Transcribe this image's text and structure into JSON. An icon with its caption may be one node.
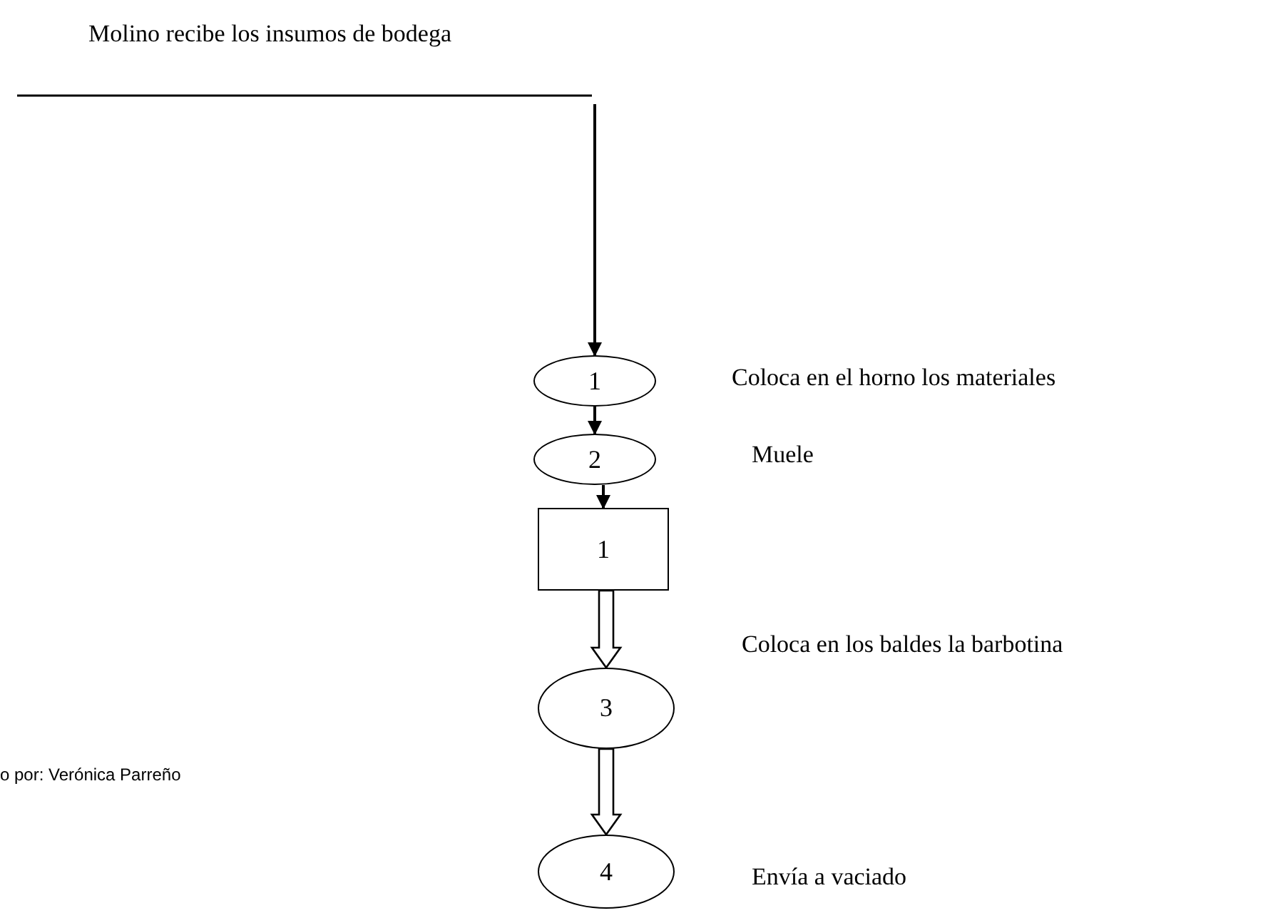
{
  "diagram": {
    "nodes": [
      {
        "text": [
          "1"
        ],
        "beside": [
          "Coloca en el horno los materiales"
        ]
      },
      {
        "text": [
          "2"
        ],
        "beside": [
          "Muele"
        ]
      },
      {
        "text": [
          "1"
        ]
      },
      {
        "text": [
          "3"
        ],
        "beside": [
          "Coloca en los baldes la barbotina"
        ]
      },
      {
        "text": [
          "4"
        ],
        "beside": [
          "Envía a vaciado"
        ]
      }
    ],
    "edges": [
      {
        "from": null,
        "to": 0,
        "arrow": "to"
      },
      {
        "from": 0,
        "to": 1,
        "arrow": "to"
      },
      {
        "from": 1,
        "to": 2,
        "arrow": "to"
      },
      {
        "from": 2,
        "to": 3,
        "arrow": "to",
        "style": "thick"
      },
      {
        "from": 3,
        "to": 4,
        "arrow": "to",
        "style": "thick"
      }
    ],
    "labels": [
      "Molino recibe los insumos de bodega",
      "o por: Verónica Parreño"
    ]
  }
}
